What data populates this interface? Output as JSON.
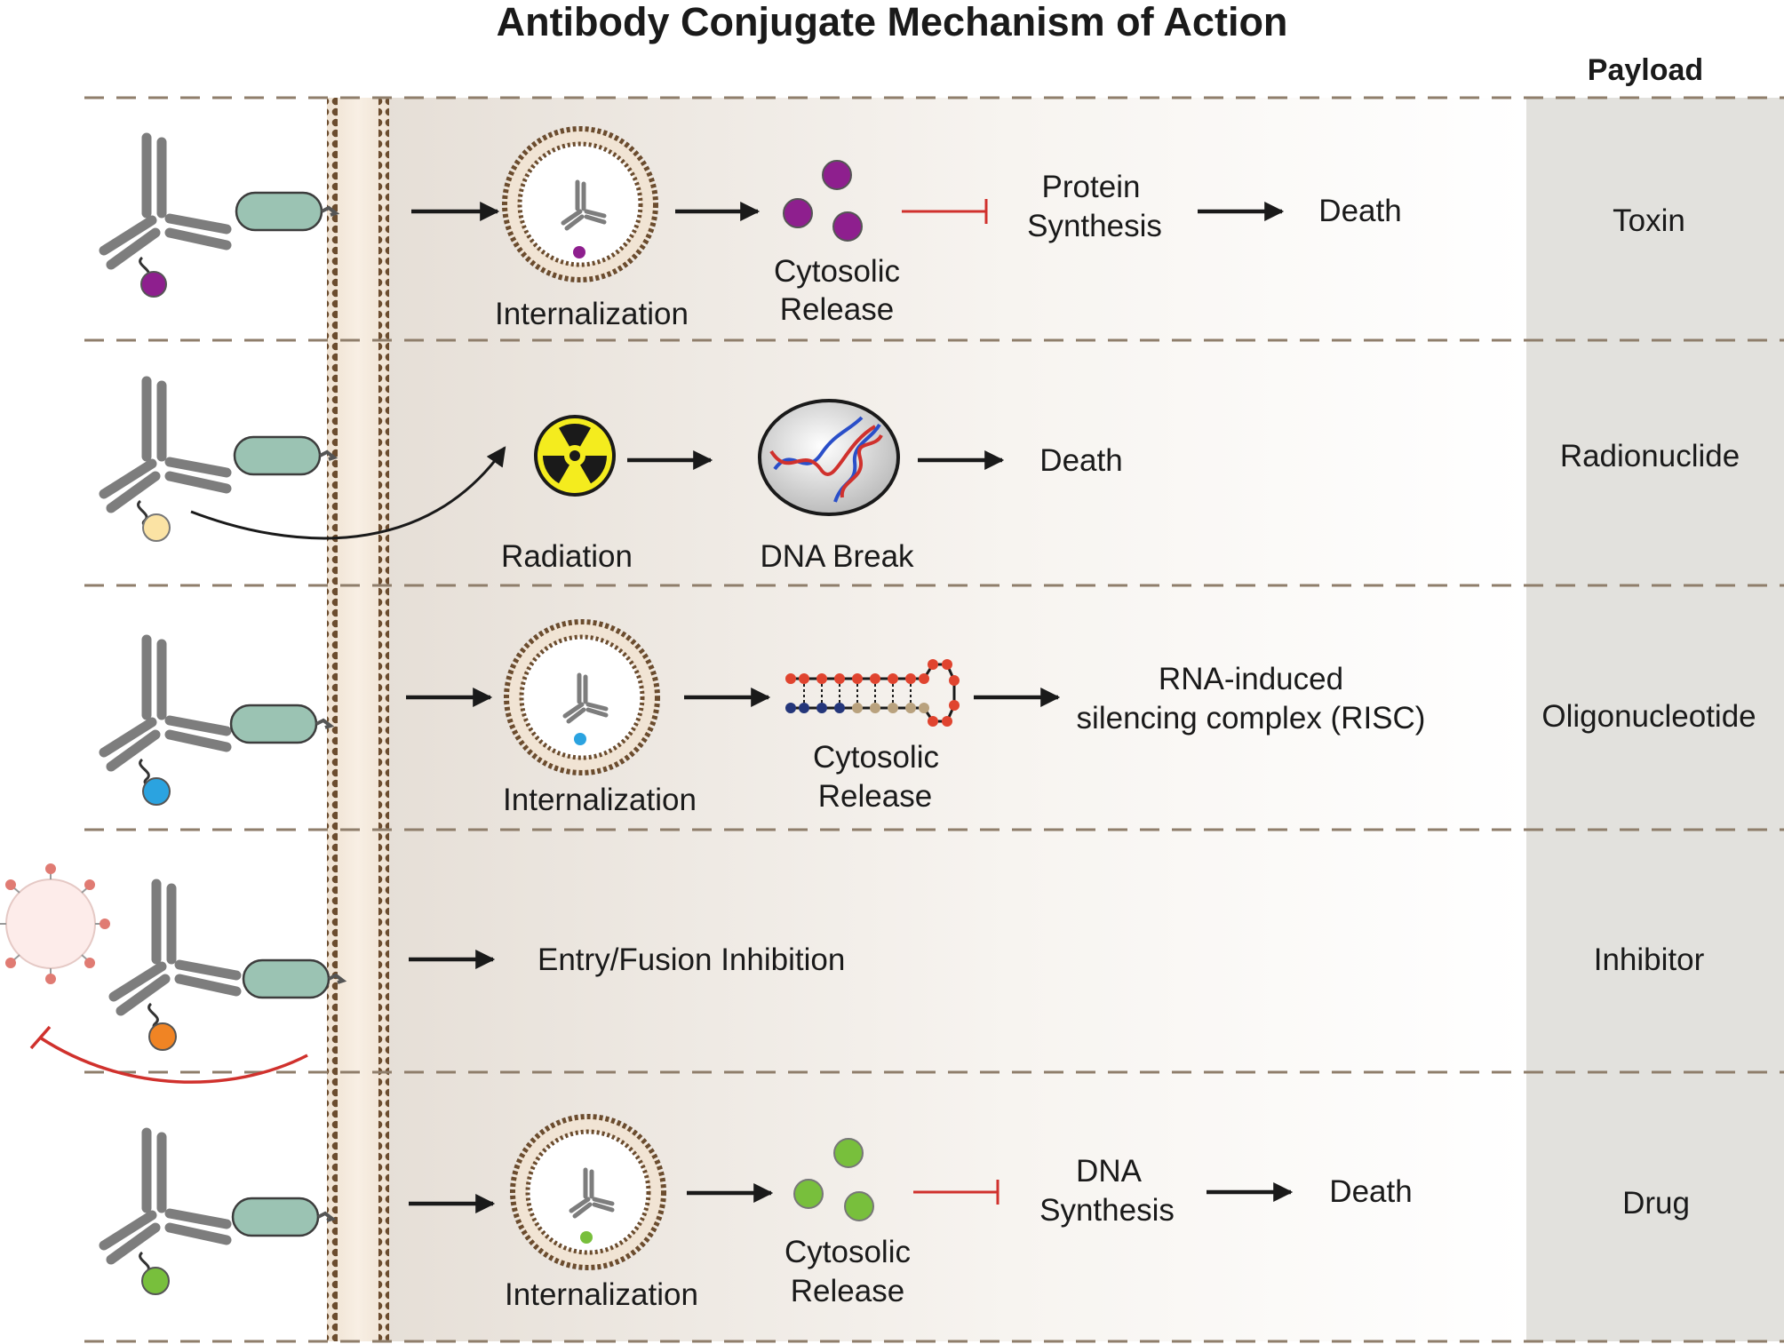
{
  "title": "Antibody Conjugate Mechanism of Action",
  "payload_header": "Payload",
  "colors": {
    "toxin": "#8e1f8e",
    "radionuclide": "#fbe3a4",
    "oligonucleotide": "#2ba3e0",
    "inhibitor": "#f08424",
    "drug": "#78bf3c",
    "carrier": "#9bc3b3",
    "antibody": "#7d7d7d",
    "inhibit_red": "#d0312d",
    "membrane": "#7a5a3a",
    "payload_column": "#e2e1dd"
  },
  "rows": [
    {
      "payload": "Toxin",
      "internalization": "Internalization",
      "release_1": "Cytosolic",
      "release_2": "Release",
      "target_1": "Protein",
      "target_2": "Synthesis",
      "outcome": "Death"
    },
    {
      "payload": "Radionuclide",
      "radiation": "Radiation",
      "dna_break": "DNA Break",
      "outcome": "Death"
    },
    {
      "payload": "Oligonucleotide",
      "internalization": "Internalization",
      "release_1": "Cytosolic",
      "release_2": "Release",
      "target_1": "RNA-induced",
      "target_2": "silencing complex (RISC)"
    },
    {
      "payload": "Inhibitor",
      "effect": "Entry/Fusion Inhibition"
    },
    {
      "payload": "Drug",
      "internalization": "Internalization",
      "release_1": "Cytosolic",
      "release_2": "Release",
      "target_1": "DNA",
      "target_2": "Synthesis",
      "outcome": "Death"
    }
  ]
}
